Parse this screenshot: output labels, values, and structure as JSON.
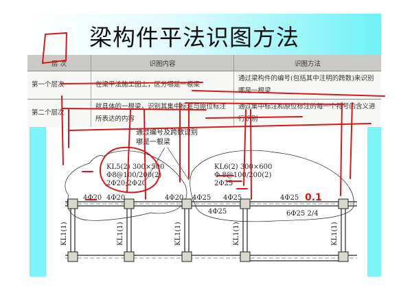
{
  "slide": {
    "title": "梁构件平法识图方法"
  },
  "table": {
    "headers": [
      "层 次",
      "识图内容",
      "识图方法"
    ],
    "rows": [
      [
        "第一个层次",
        "在梁平法施工图上，区分哪是一根梁",
        "通过梁构件的编号(包括其中注明的跨数)来识别哪是一根梁"
      ],
      [
        "第二个层次",
        "就具体的一根梁，识别其集中标注与原位标注所表达的内容",
        "通过集中标注和原位标注的每一个符号的含义进行识别"
      ]
    ]
  },
  "drawing": {
    "callout": [
      "通过编号及跨数识别",
      "哪是一根梁"
    ],
    "kl5": [
      "KL5(2)  300×500",
      "Φ8@100/200(2)",
      "2Φ20;2Φ20"
    ],
    "kl6": [
      "KL6(2)  300×600",
      "Φ 8@100/200(2)",
      "2Φ25"
    ],
    "rebar_labels": [
      "4Φ20",
      "4Φ20",
      "4Φ20",
      "4Φ25",
      "4Φ25",
      "4Φ25",
      "4Φ25",
      "6Φ25  2/4"
    ],
    "column_beam_labels": [
      "KL1(1)",
      "KL1(1)",
      "KL1(1)",
      "KL1(1)",
      "KL1(1)"
    ],
    "handwritten_note": "0.1"
  },
  "colors": {
    "annotation_red": "#d81818",
    "band_cyan": "#6ff2f6",
    "header_gray": "#c9c9c6"
  }
}
